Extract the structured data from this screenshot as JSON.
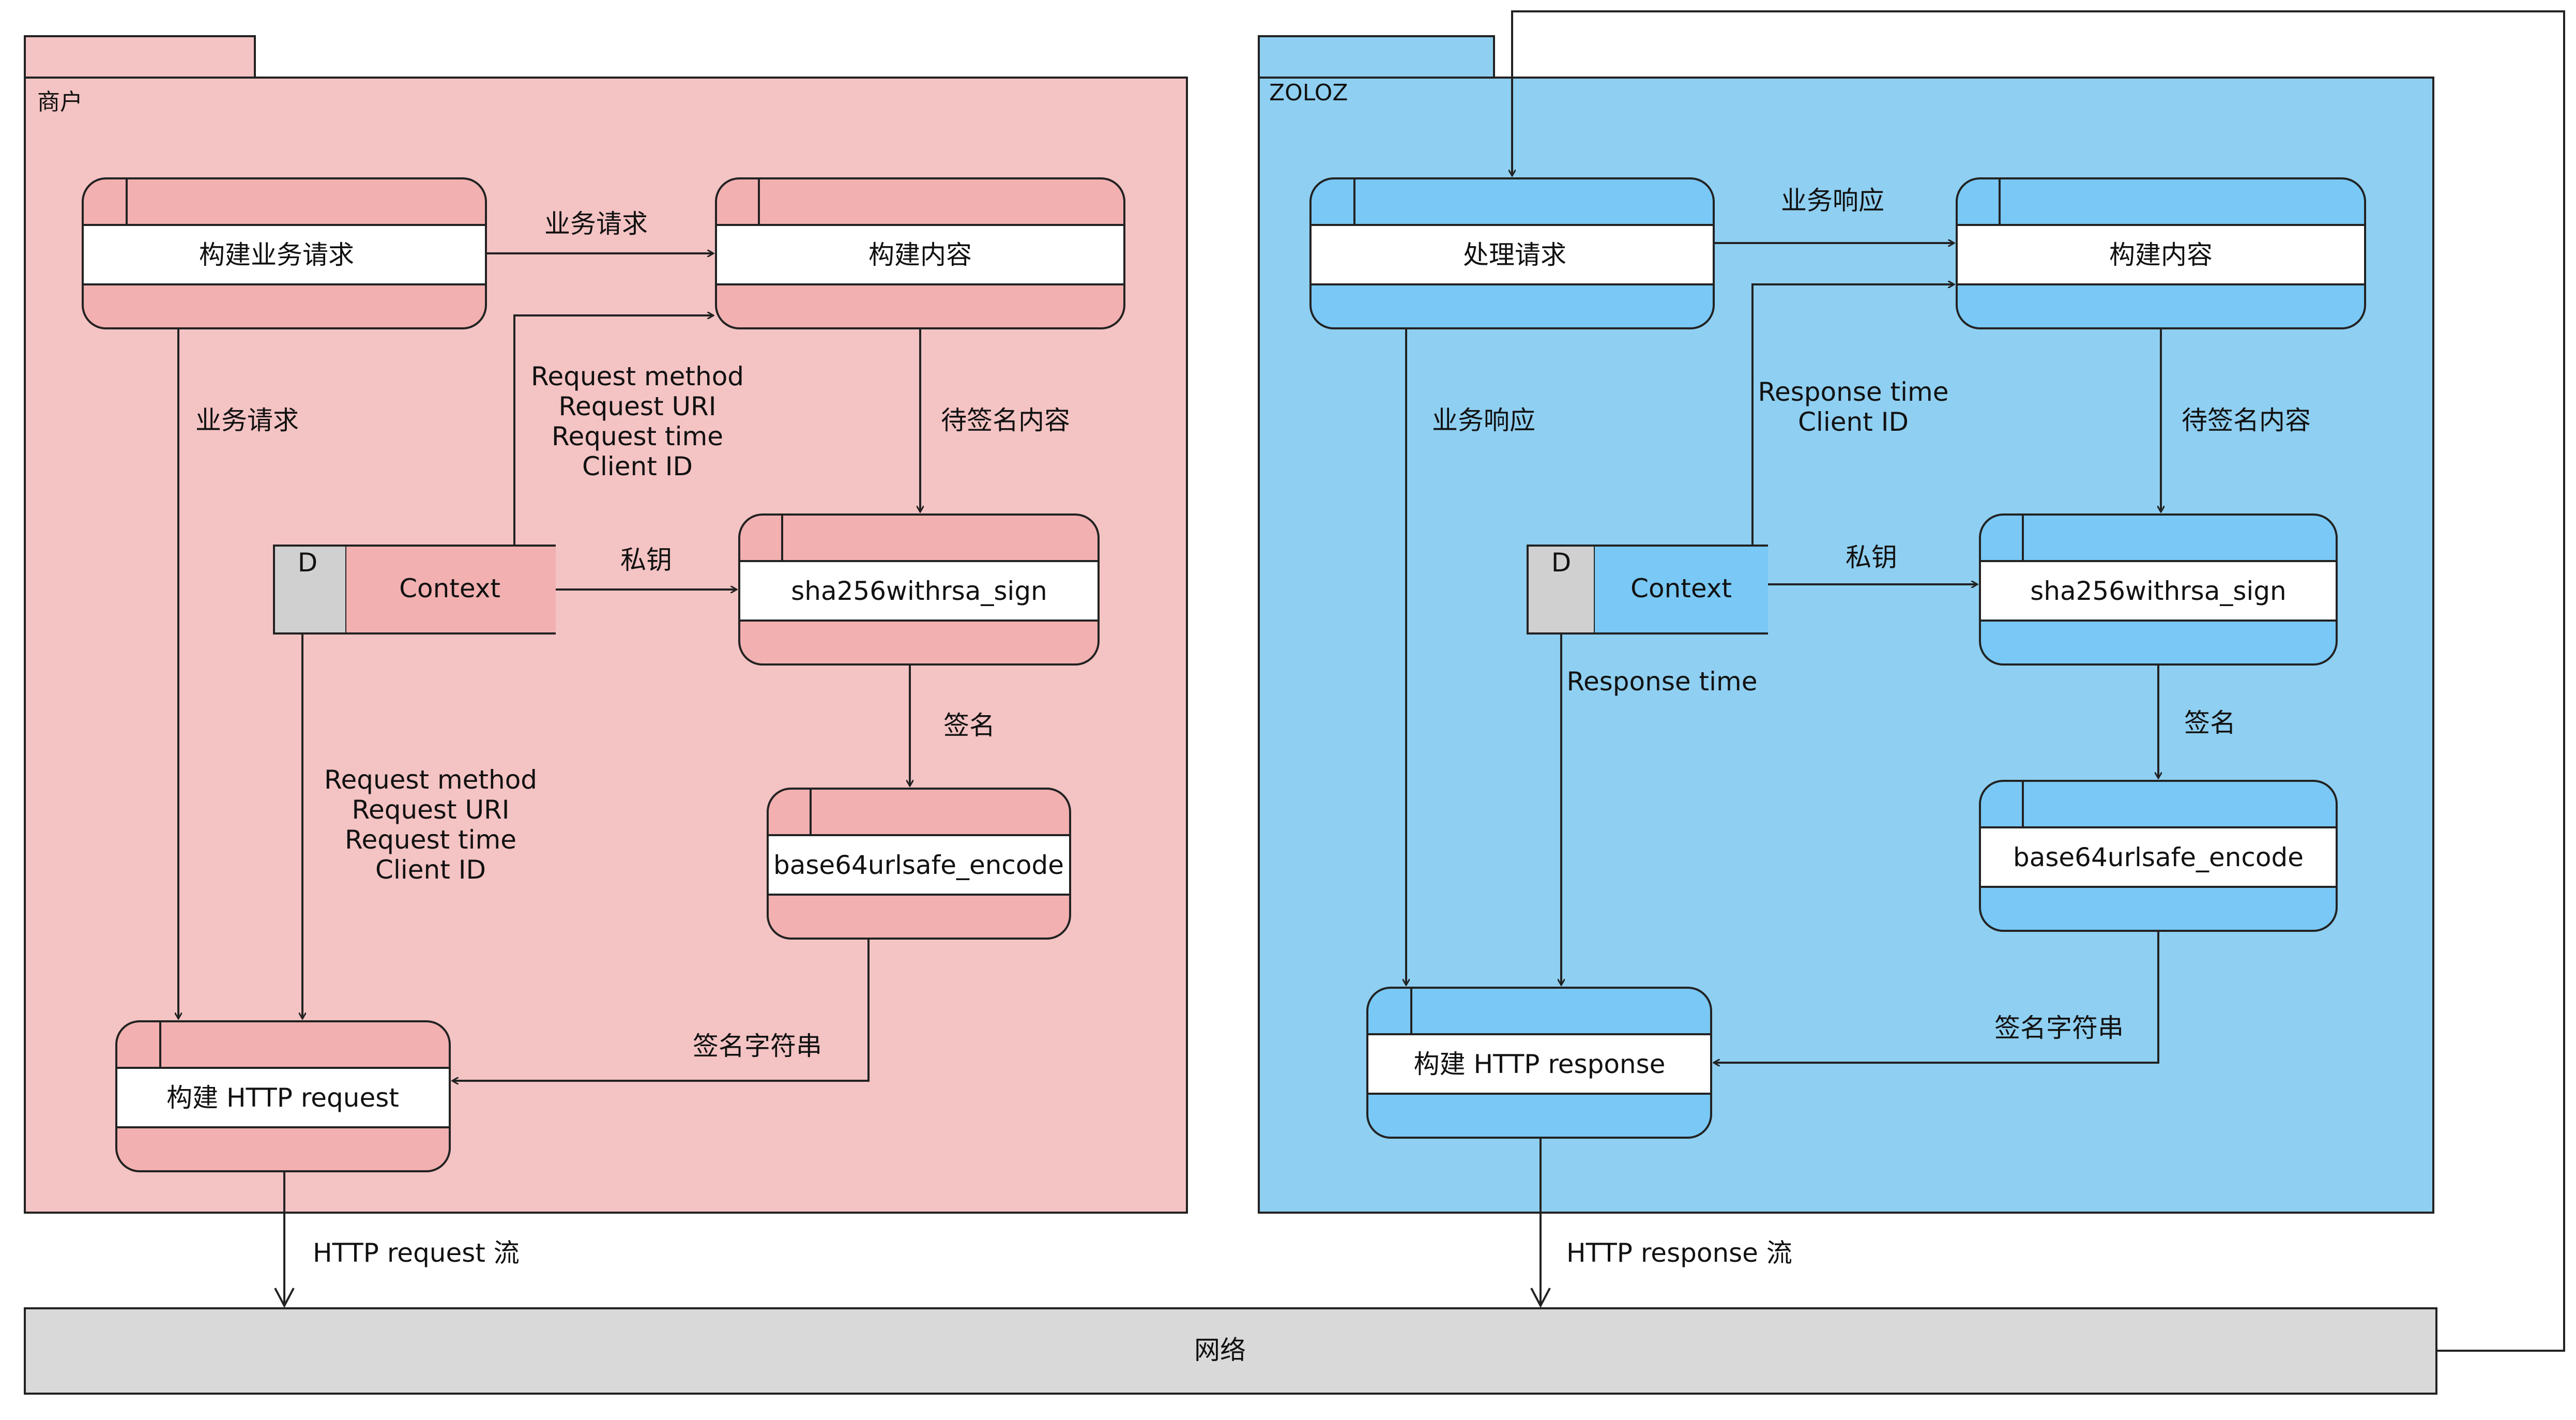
{
  "colors": {
    "merchant_pkg_fill": "#f4c3c3",
    "merchant_node_fill": "#f2b0b0",
    "zoloz_pkg_fill": "#8fcff1",
    "zoloz_node_fill": "#79c8f5",
    "network_fill": "#d9d9d9",
    "store_tag_fill": "#d0d0d0",
    "line": "#222222"
  },
  "packages": {
    "merchant": {
      "title": "商户"
    },
    "zoloz": {
      "title": "ZOLOZ"
    }
  },
  "merchant": {
    "build_request": "构建业务请求",
    "build_content": "构建内容",
    "sign": "sha256withrsa_sign",
    "encode": "base64urlsafe_encode",
    "build_http": "构建 HTTP request",
    "context_tag": "D",
    "context": "Context",
    "edges": {
      "biz_request_top": "业务请求",
      "biz_request_left": "业务请求",
      "context_fields_top": [
        "Request method",
        "Request URI",
        "Request time",
        "Client ID"
      ],
      "context_fields_bottom": [
        "Request method",
        "Request URI",
        "Request time",
        "Client ID"
      ],
      "to_sign": "待签名内容",
      "private_key": "私钥",
      "signature": "签名",
      "sig_string": "签名字符串",
      "http_flow": "HTTP request 流"
    }
  },
  "zoloz": {
    "handle_request": "处理请求",
    "build_content": "构建内容",
    "sign": "sha256withrsa_sign",
    "encode": "base64urlsafe_encode",
    "build_http": "构建 HTTP response",
    "context_tag": "D",
    "context": "Context",
    "edges": {
      "biz_response_top": "业务响应",
      "biz_response_left": "业务响应",
      "context_fields_top": [
        "Response time",
        "Client ID"
      ],
      "response_time": "Response time",
      "to_sign": "待签名内容",
      "private_key": "私钥",
      "signature": "签名",
      "sig_string": "签名字符串",
      "http_flow": "HTTP response 流"
    }
  },
  "network": {
    "label": "网络"
  }
}
